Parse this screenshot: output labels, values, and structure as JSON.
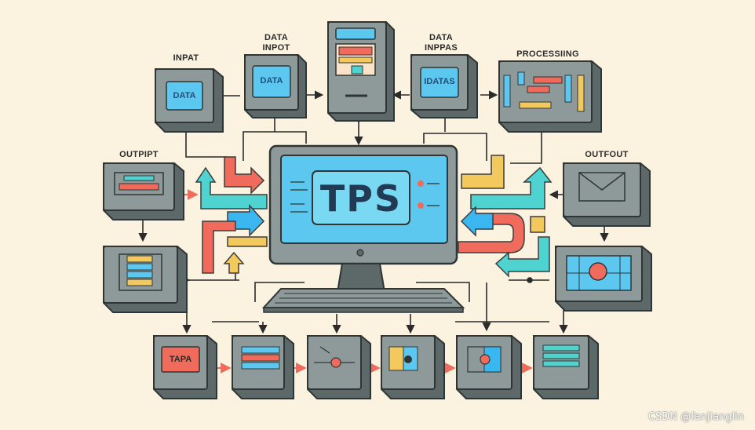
{
  "labels": {
    "input": "INPAT",
    "data_input_line1": "DATA",
    "data_input_line2": "INPOT",
    "data_inputs_line1": "DATA",
    "data_inputs_line2": "INPPAS",
    "processing": "PROCESSIING",
    "output_left": "OUTPIPT",
    "output_right": "OUTFOUT"
  },
  "boxes": {
    "data1": "DATA",
    "data2": "DATA",
    "datas": "IDATAS",
    "tapa": "TAPA"
  },
  "monitor": {
    "title": "TPS"
  },
  "watermark": "CSDN @fanjianglin",
  "colors": {
    "background": "#fbf3e0",
    "box_face": "#8e9a9a",
    "box_side": "#5d6868",
    "screen": "#5cc8ef",
    "red_arrow": "#f06b5c",
    "teal_arrow": "#4ed3d0",
    "yellow_arrow": "#f3c95e",
    "blue_arrow": "#3ab7f0"
  }
}
